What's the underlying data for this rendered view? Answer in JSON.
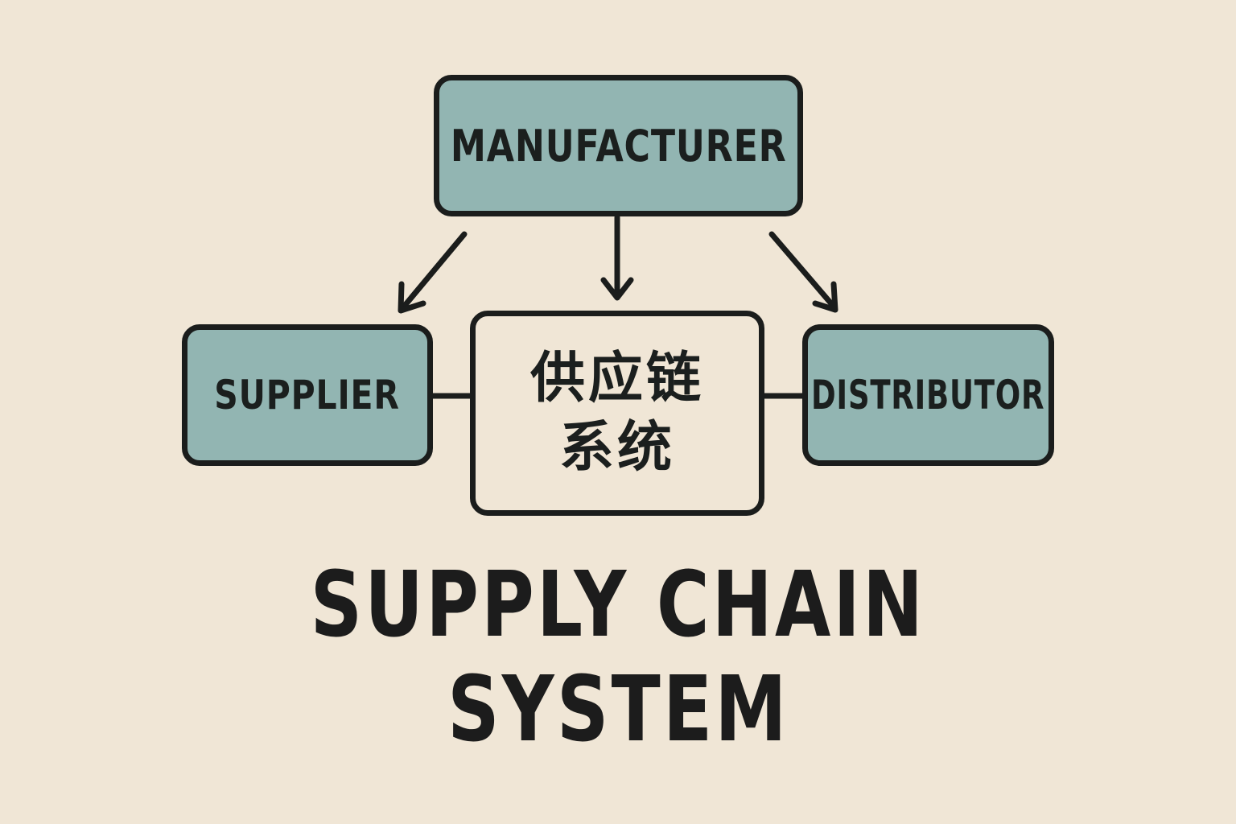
{
  "diagram": {
    "nodes": {
      "manufacturer": "MANUFACTURER",
      "supplier": "SUPPLIER",
      "center": "供应链\n系统",
      "distributor": "DISTRIBUTOR"
    },
    "edges": [
      {
        "from": "manufacturer",
        "to": "supplier",
        "type": "arrow"
      },
      {
        "from": "manufacturer",
        "to": "center",
        "type": "arrow"
      },
      {
        "from": "manufacturer",
        "to": "distributor",
        "type": "arrow"
      },
      {
        "from": "supplier",
        "to": "center",
        "type": "line"
      },
      {
        "from": "center",
        "to": "distributor",
        "type": "line"
      }
    ],
    "colors": {
      "background": "#f0e6d6",
      "node_fill": "#92b5b2",
      "stroke": "#1b1d1c"
    }
  },
  "title": {
    "line1": "SUPPLY CHAIN",
    "line2": "SYSTEM"
  }
}
